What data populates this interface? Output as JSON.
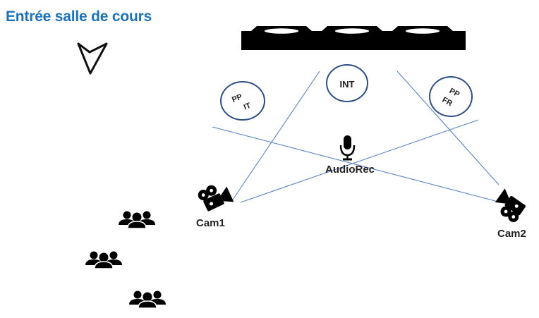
{
  "title": "Entrée salle de cours",
  "labels": {
    "int": "INT",
    "pp_it_line1": "PP",
    "pp_it_line2": "IT",
    "pp_fr_line1": "PP",
    "pp_fr_line2": "FR",
    "audio": "AudioRec",
    "cam1": "Cam1",
    "cam2": "Cam2"
  },
  "colors": {
    "title": "#1f72b8",
    "lines": "#5b84c4",
    "circles": "#2e4f86",
    "icons": "#000000"
  },
  "icons": [
    "entrance-arrow-icon",
    "desk-icon",
    "microphone-icon",
    "camera-icon",
    "people-group-icon"
  ]
}
